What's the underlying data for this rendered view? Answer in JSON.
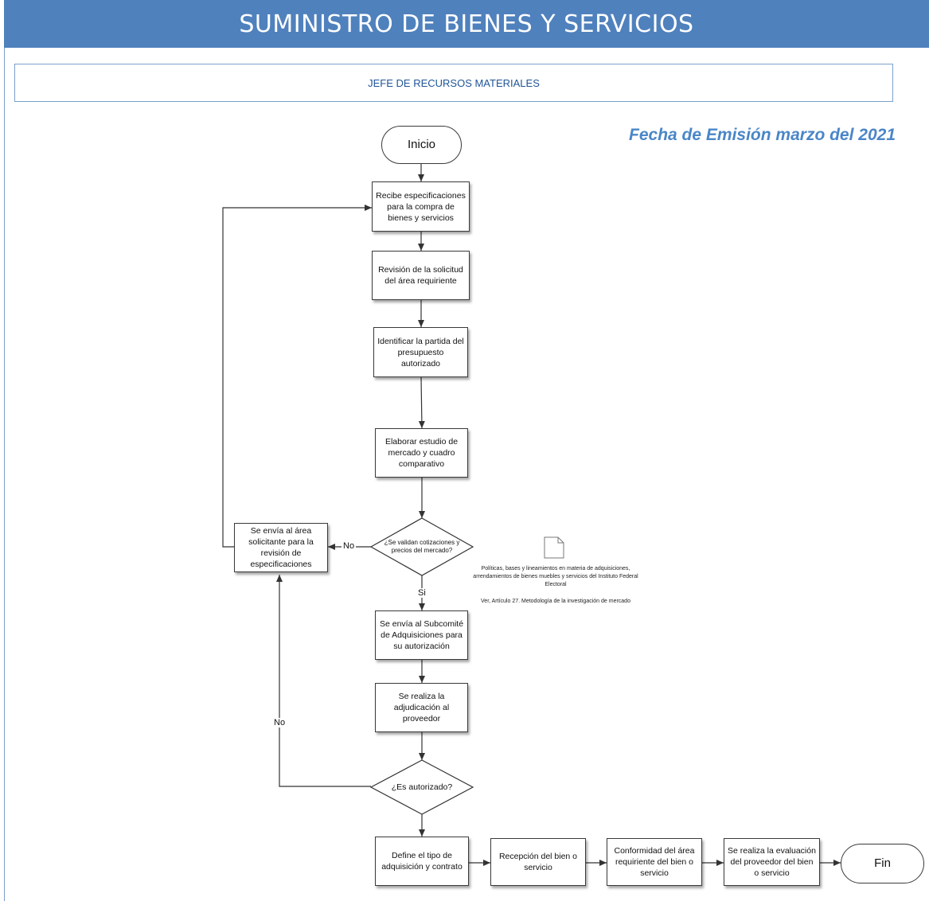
{
  "header": {
    "title": "SUMINISTRO DE BIENES Y SERVICIOS",
    "role": "JEFE DE RECURSOS MATERIALES",
    "date": "Fecha de Emisión marzo del 2021"
  },
  "nodes": {
    "start": "Inicio",
    "receive_specs": "Recibe especificaciones para la compra de bienes y servicios",
    "review_request": "Revisión de la solicitud del área requiriente",
    "identify_budget": "Identificar la partida del presupuesto autorizado",
    "market_study": "Elaborar estudio de mercado y cuadro comparativo",
    "decision_quotes": "¿Se validan cotizaciones y precios del mercado?",
    "send_back": "Se envía al área solicitante para la revisión de especificaciones",
    "send_committee": "Se envía al Subcomité de Adquisiciones para su autorización",
    "award": "Se realiza la adjudicación al proveedor",
    "decision_authorized": "¿Es autorizado?",
    "define_type": "Define el tipo de adquisición y contrato",
    "reception": "Recepción del bien o servicio",
    "conformity": "Conformidad del área requiriente del bien o servicio",
    "evaluation": "Se realiza la evaluación del proveedor del bien o servicio",
    "end": "Fin"
  },
  "edge_labels": {
    "no_quotes": "No",
    "yes_quotes": "Si",
    "no_authorized": "No"
  },
  "reference": {
    "doc_text": "Políticas, bases y lineamientos en materia de adquisiciones, arrendamientos de bienes muebles y servicios del Instituto Federal Electoral",
    "article": "Ver, Artículo 27. Metodología de la investigación de mercado"
  },
  "colors": {
    "banner": "#4f81bd",
    "role_text": "#1f5597",
    "date_text": "#4a86c8"
  }
}
